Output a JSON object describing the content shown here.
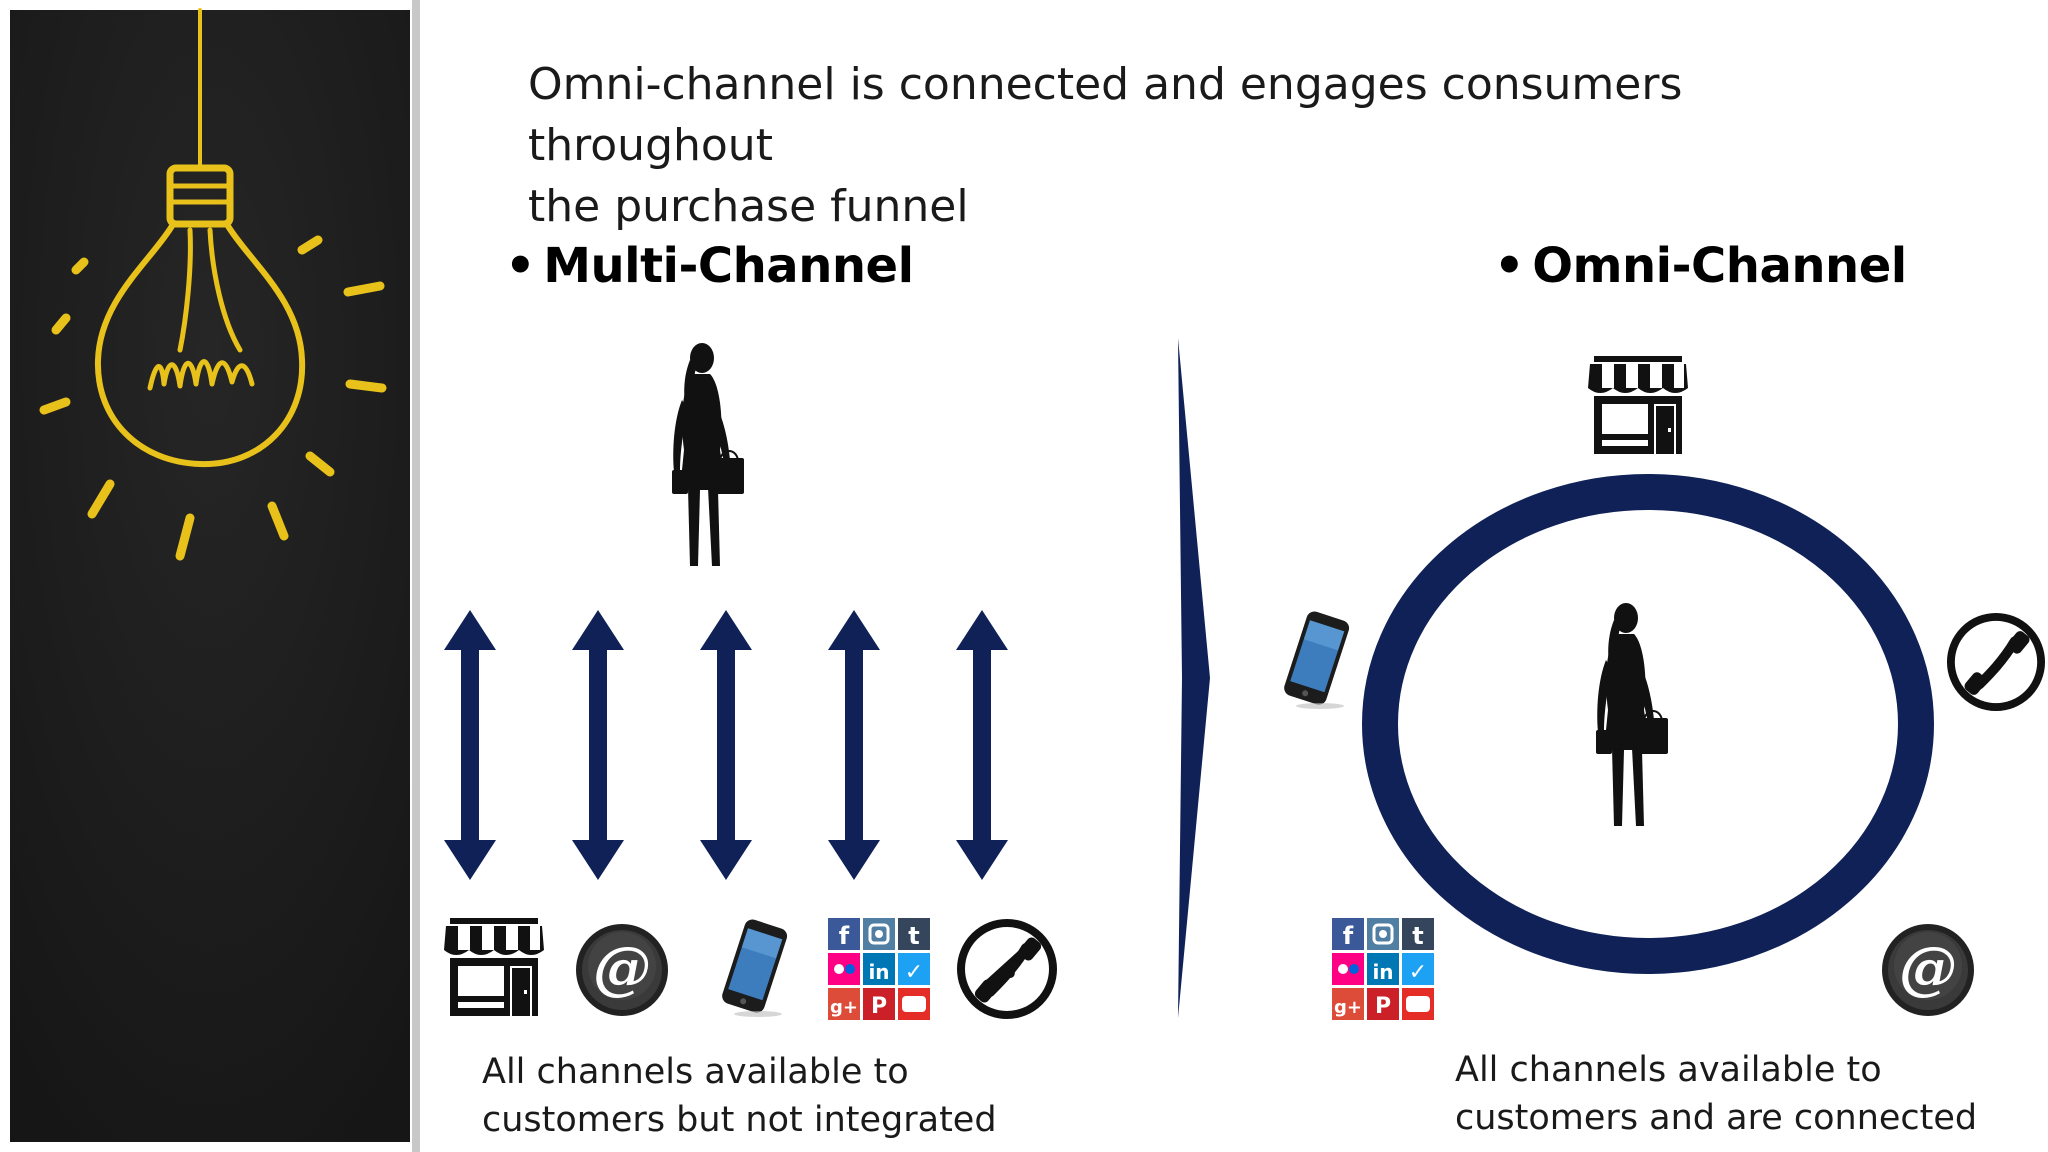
{
  "title": {
    "line1": "Omni-channel is connected and engages consumers throughout",
    "line2": "the purchase funnel"
  },
  "multi_channel": {
    "bullet": "•",
    "heading": "Multi-Channel",
    "caption_line1": "All channels available to",
    "caption_line2": "customers but not integrated",
    "channels": [
      "store-icon",
      "email-icon",
      "smartphone-icon",
      "social-media-icon",
      "phone-icon"
    ]
  },
  "omni_channel": {
    "bullet": "•",
    "heading": "Omni-Channel",
    "caption_line1": "All channels available to",
    "caption_line2": "customers and are connected",
    "channels": [
      "store-icon",
      "smartphone-icon",
      "phone-icon",
      "social-media-icon",
      "email-icon"
    ]
  },
  "colors": {
    "navy": "#0f2157",
    "chalkboard": "#1c1c1c",
    "bulb_yellow": "#e8c21a",
    "text": "#1a1a1a"
  }
}
